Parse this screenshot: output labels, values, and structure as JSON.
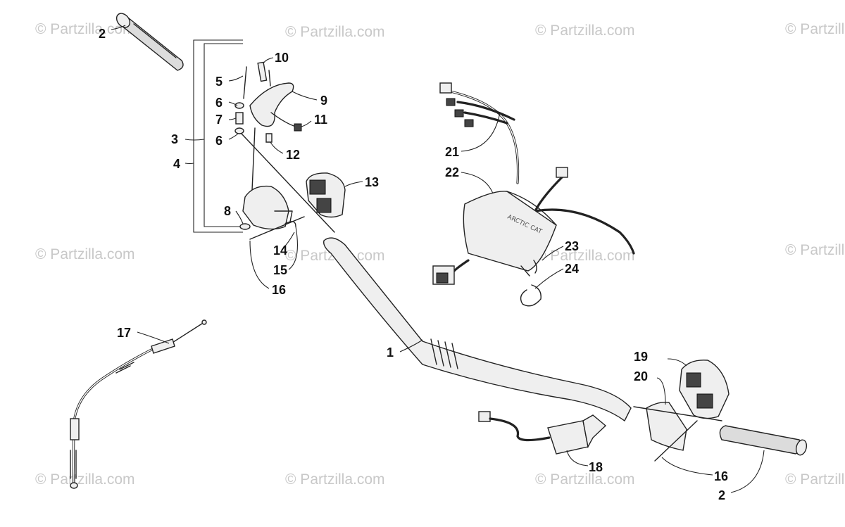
{
  "watermark": "© Partzilla.com",
  "callouts": {
    "c1": "1",
    "c2a": "2",
    "c2b": "2",
    "c3": "3",
    "c4": "4",
    "c5": "5",
    "c6a": "6",
    "c6b": "6",
    "c7": "7",
    "c8": "8",
    "c9": "9",
    "c10": "10",
    "c11": "11",
    "c12": "12",
    "c13": "13",
    "c14": "14",
    "c15": "15",
    "c16a": "16",
    "c16b": "16",
    "c17": "17",
    "c18": "18",
    "c19": "19",
    "c20": "20",
    "c21": "21",
    "c22": "22",
    "c23": "23",
    "c24": "24"
  },
  "module_label": "ARCTIC CAT",
  "colors": {
    "ink": "#222222",
    "watermark": "#c8c8c8",
    "background": "#ffffff"
  }
}
